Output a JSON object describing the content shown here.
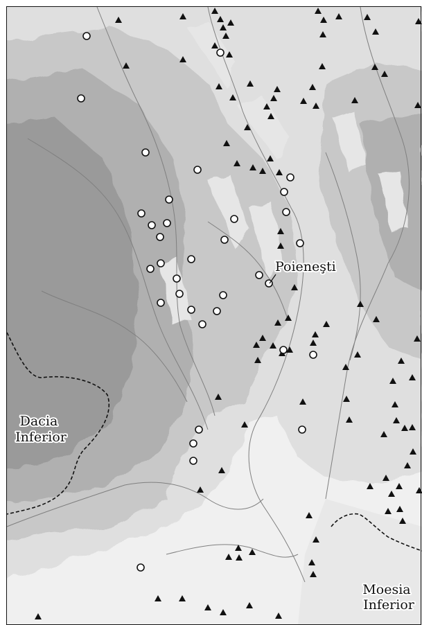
{
  "map": {
    "labels": {
      "poienesti": "Poieneşti",
      "dacia_inferior": [
        "Dacia",
        "Inferior"
      ],
      "moesia_inferior": [
        "Moesia",
        "Inferior"
      ]
    },
    "colors": {
      "lowland": "#f1f1f1",
      "plain": "#e2e2e2",
      "hills": "#c9c9c9",
      "upland": "#b2b2b2",
      "mountain": "#9c9c9c",
      "river": "#8a8a8a",
      "marker": "#111111"
    },
    "legend_symbols": {
      "settlement_circle": "open-circle-icon",
      "site_triangle": "filled-triangle-icon"
    }
  }
}
